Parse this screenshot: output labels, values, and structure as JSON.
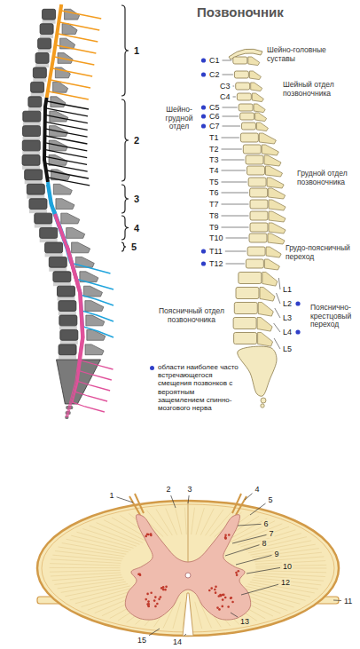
{
  "diagram": {
    "title": "Позвоночник",
    "labels": [
      "1",
      "2",
      "3",
      "4",
      "5",
      "C1",
      "C2",
      "C3",
      "C4",
      "C5",
      "C6",
      "C7",
      "T1",
      "T2",
      "T3",
      "T4",
      "T5",
      "T6",
      "T7",
      "T8",
      "T9",
      "T10",
      "T11",
      "T12",
      "L1",
      "L2",
      "L3",
      "L4",
      "L5",
      "Шейно-головные суставы",
      "Шейный отдел позвоночника",
      "Шейно-грудной отдел",
      "Грудной отдел позвоночника",
      "Грудо-поясничный переход",
      "Поясничный отдел позвоночника",
      "Пояснично-крестцовый переход",
      "1",
      "2",
      "3",
      "4",
      "5",
      "6",
      "7",
      "8",
      "9",
      "10",
      "11",
      "12",
      "13",
      "14",
      "15"
    ],
    "legend": [
      {
        "text": "области наиболее часто встречающегося смещения позвонков с вероятным защемлением спинно-мозгового нерва",
        "color": "#2f3fc8"
      }
    ]
  }
}
